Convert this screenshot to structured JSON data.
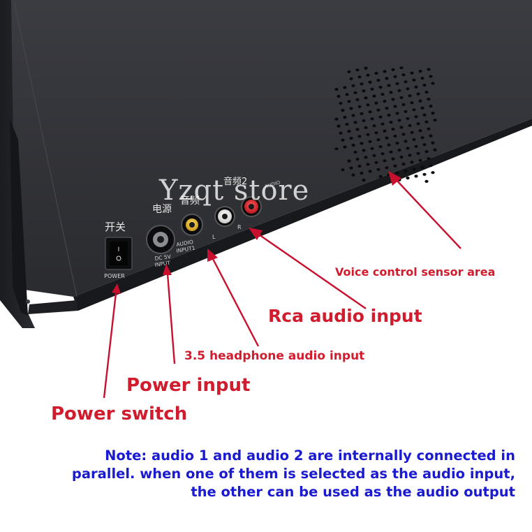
{
  "watermark": "Yzqt store",
  "panel_markings": {
    "switch_cn": "开关",
    "power_cn": "电源",
    "audio1_cn": "音频",
    "audio2_cn": "音频2",
    "power_label": "POWER",
    "dc_label_1": "DC 5V",
    "dc_label_2": "INPUT",
    "audio_label_1": "AUDIO",
    "audio_label_2": "INPUT1",
    "audio2_label": "AUDIO",
    "l_label": "L",
    "r_label": "R",
    "switch_mark": "I"
  },
  "callouts": {
    "voice_sensor": "Voice control sensor area",
    "rca_input": "Rca audio input",
    "headphone_input": "3.5 headphone audio input",
    "power_input": "Power input",
    "power_switch": "Power switch"
  },
  "note": {
    "line1": "Note: audio 1 and audio 2 are internally connected in",
    "line2": "parallel. when one of them is selected as the audio input,",
    "line3": "the other can be used as the audio output"
  },
  "colors": {
    "callout_text": "#d11c2e",
    "arrow": "#c8102e",
    "note_text": "#1a1ad0",
    "device_body": "#2c2d31"
  }
}
